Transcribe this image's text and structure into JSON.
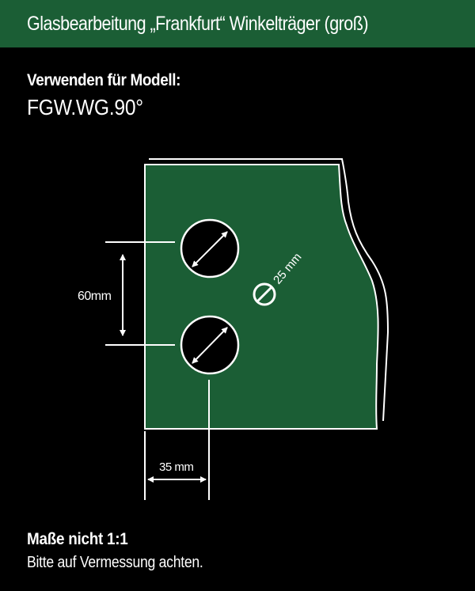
{
  "header": {
    "title": "Glasbearbeitung „Frankfurt“ Winkelträger (groß)"
  },
  "model": {
    "label": "Verwenden für Modell:",
    "value": "FGW.WG.90°"
  },
  "diagram": {
    "hole_spacing_label": "60mm",
    "hole_diameter_label": "25 mm",
    "edge_distance_label": "35 mm"
  },
  "note": {
    "title": "Maße nicht 1:1",
    "text": "Bitte auf Vermessung achten."
  },
  "colors": {
    "header_bg": "#1b5e35",
    "glass_fill": "#1b5e35",
    "background": "#000000",
    "lines": "#ffffff"
  }
}
